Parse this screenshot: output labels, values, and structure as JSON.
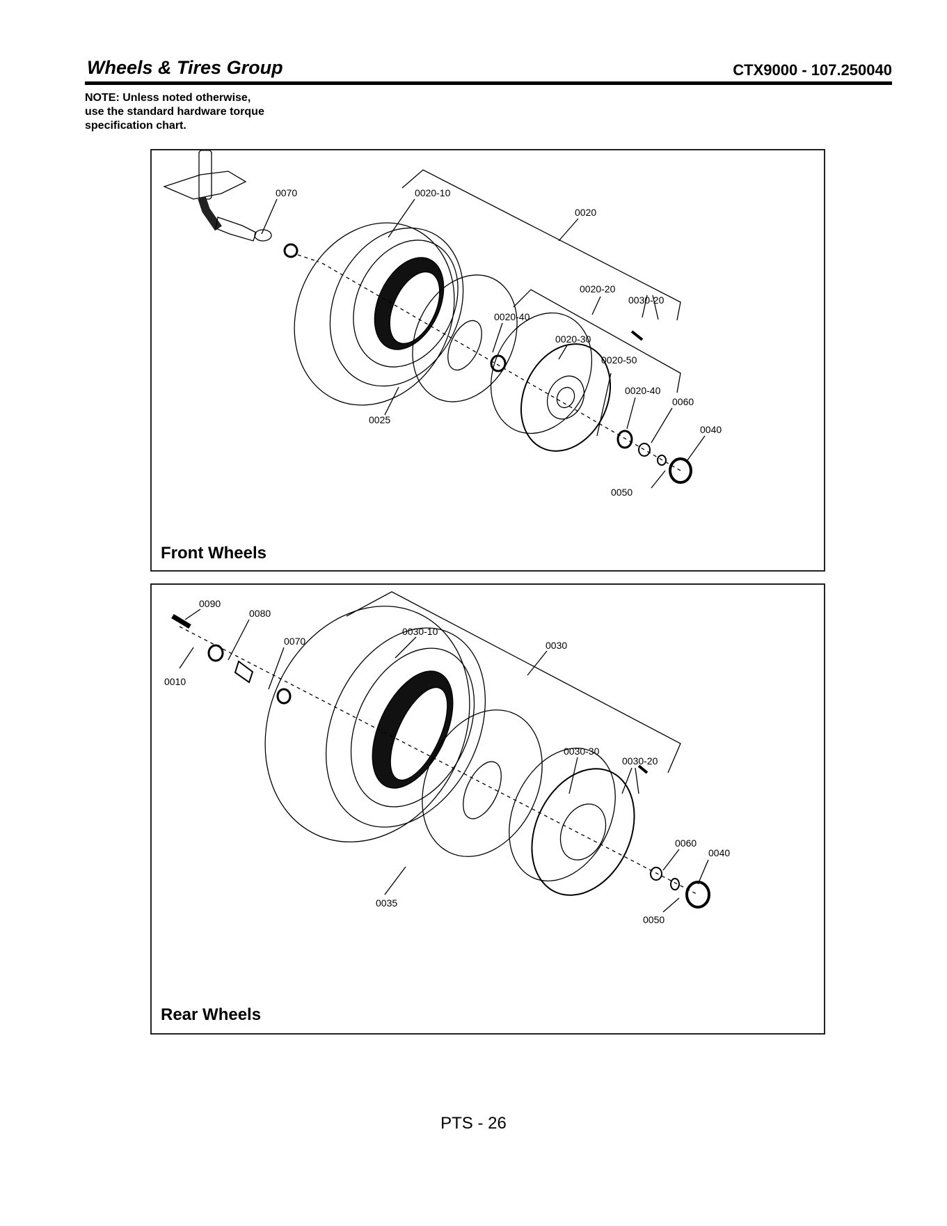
{
  "header": {
    "title": "Wheels & Tires Group",
    "model": "CTX9000 - 107.250040"
  },
  "note": {
    "lines": [
      "NOTE: Unless noted otherwise,",
      "use the standard hardware torque",
      "specification chart."
    ]
  },
  "front_panel": {
    "label": "Front Wheels",
    "callouts": {
      "c0070": "0070",
      "c0020_10": "0020-10",
      "c0020": "0020",
      "c0020_20": "0020-20",
      "c0030_20": "0030-20",
      "c0020_40a": "0020-40",
      "c0020_30": "0020-30",
      "c0020_50": "0020-50",
      "c0020_40b": "0020-40",
      "c0060": "0060",
      "c0040": "0040",
      "c0025": "0025",
      "c0050": "0050"
    }
  },
  "rear_panel": {
    "label": "Rear Wheels",
    "callouts": {
      "c0090": "0090",
      "c0080": "0080",
      "c0070": "0070",
      "c0010": "0010",
      "c0030_10": "0030-10",
      "c0030": "0030",
      "c0030_30": "0030-30",
      "c0030_20": "0030-20",
      "c0060": "0060",
      "c0040": "0040",
      "c0035": "0035",
      "c0050": "0050"
    }
  },
  "footer": {
    "page": "PTS - 26"
  }
}
